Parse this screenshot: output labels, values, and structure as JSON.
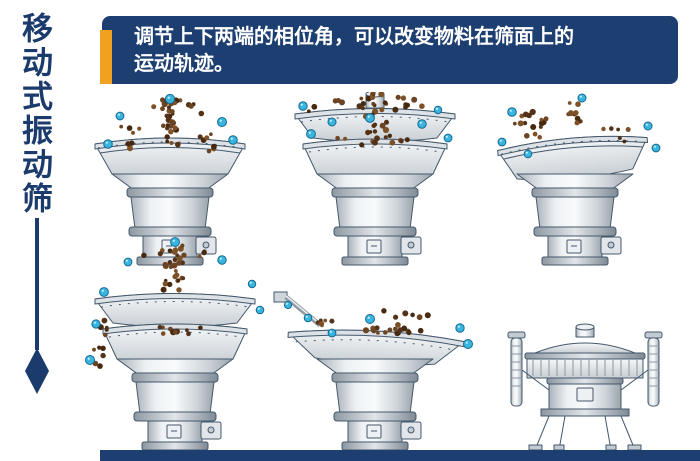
{
  "page": {
    "background": "#ffffff",
    "accent_navy": "#1d3e70",
    "accent_orange": "#efa11f"
  },
  "sidebar": {
    "title": "移动式振动筛"
  },
  "banner": {
    "line1": "调节上下两端的相位角，可以改变物料在筛面上的",
    "line2": "运动轨迹。"
  },
  "illustrations": [
    {
      "name": "vibrating-sieve-single-deck-fountain"
    },
    {
      "name": "vibrating-sieve-double-deck-top-feed"
    },
    {
      "name": "vibrating-sieve-tilted-deck"
    },
    {
      "name": "vibrating-sieve-double-deck-overflow"
    },
    {
      "name": "vibrating-sieve-wide-deck-side-feed"
    },
    {
      "name": "vibrating-sieve-frame-mounted"
    }
  ],
  "particles": {
    "material_color": "#6b4423",
    "ball_color": "#38b6e0"
  }
}
